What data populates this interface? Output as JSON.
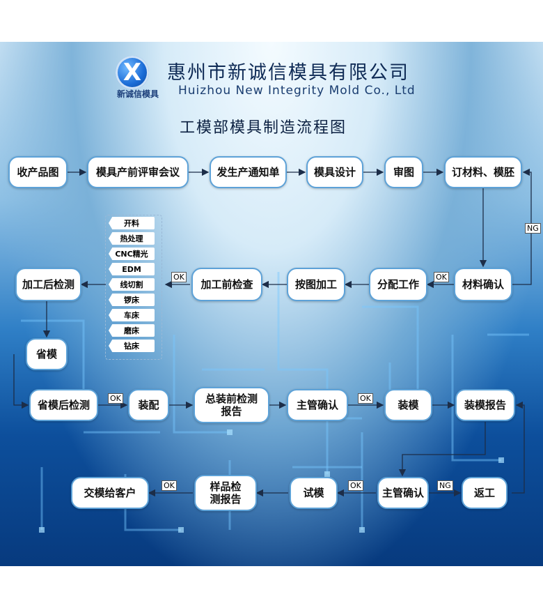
{
  "company": {
    "name_cn": "惠州市新诚信模具有限公司",
    "name_en": "Huizhou New Integrity Mold Co., Ltd",
    "logo_letter": "X",
    "logo_text": "新诚信模具"
  },
  "diagram_title": "工模部模具制造流程图",
  "nodes": {
    "n1": "收产品图",
    "n2": "模具产前评审会议",
    "n3": "发生产通知单",
    "n4": "模具设计",
    "n5": "审图",
    "n6": "订材料、模胚",
    "n7": "材料确认",
    "n8": "分配工作",
    "n9": "按图加工",
    "n10": "加工前检查",
    "n11": "加工后检测",
    "n12": "省模",
    "n13": "省模后检测",
    "n14": "装配",
    "n15": "总装前检测报告",
    "n16": "主管确认",
    "n17": "装模",
    "n18": "装模报告",
    "n19": "返工",
    "n20": "主管确认",
    "n21": "试模",
    "n22": "样品检测报告",
    "n23": "交模给客户"
  },
  "processes": [
    "开料",
    "热处理",
    "CNC精光",
    "EDM",
    "线切割",
    "锣床",
    "车床",
    "磨床",
    "钻床"
  ],
  "edge_labels": {
    "ng1": "NG",
    "ok1": "OK",
    "ok2": "OK",
    "ok3": "OK",
    "ok4": "OK",
    "ok5": "OK",
    "ng2": "NG",
    "ok6": "OK"
  }
}
